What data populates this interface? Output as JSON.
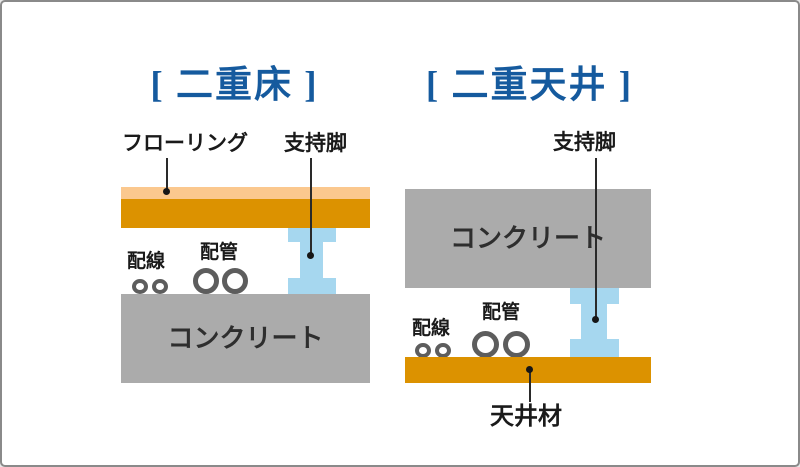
{
  "page": {
    "background": "#ffffff",
    "border_color": "#8a8a8a"
  },
  "palette": {
    "title_blue": "#155a9e",
    "flooring_top_peach": "#fbc88e",
    "flooring_orange": "#dc9200",
    "ceiling_panel_orange": "#dc9200",
    "support_leg_blue": "#a6d7ef",
    "concrete_gray": "#ababab",
    "pipe_ring_gray": "#5d5d5d",
    "label_black": "#1a1a1a"
  },
  "left_diagram": {
    "title": "[ 二重床 ]",
    "flooring_label": "フローリング",
    "support_leg_label": "支持脚",
    "wiring_label": "配線",
    "piping_label": "配管",
    "concrete_label": "コンクリート"
  },
  "right_diagram": {
    "title": "[ 二重天井 ]",
    "support_leg_label": "支持脚",
    "wiring_label": "配線",
    "piping_label": "配管",
    "concrete_label": "コンクリート",
    "ceiling_label": "天井材"
  }
}
